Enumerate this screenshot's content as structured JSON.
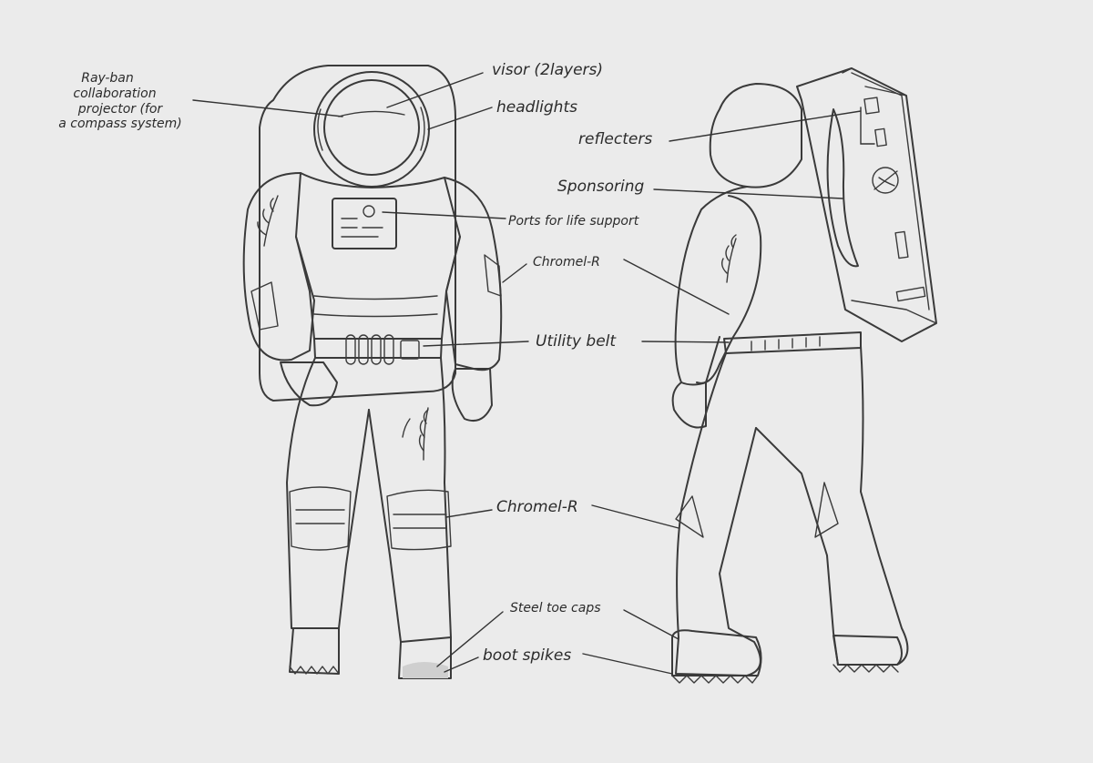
{
  "labels": {
    "raybans_line1": "Ray-ban",
    "raybans_line2": "collaboration",
    "raybans_line3": "projector (for",
    "raybans_line4": "a compass system)",
    "visor": "visor (2layers)",
    "headlights": "headlights",
    "reflecters": "reflecters",
    "sponsoring": "Sponsoring",
    "ports": "Ports for life support",
    "chromel_arm": "Chromel-R",
    "utility_belt": "Utility belt",
    "chromel_knee": "Chromel-R",
    "steel_toe": "Steel toe caps",
    "boot_spikes": "boot spikes"
  },
  "colors": {
    "background": "#ebebeb",
    "stroke": "#3a3a3a"
  }
}
